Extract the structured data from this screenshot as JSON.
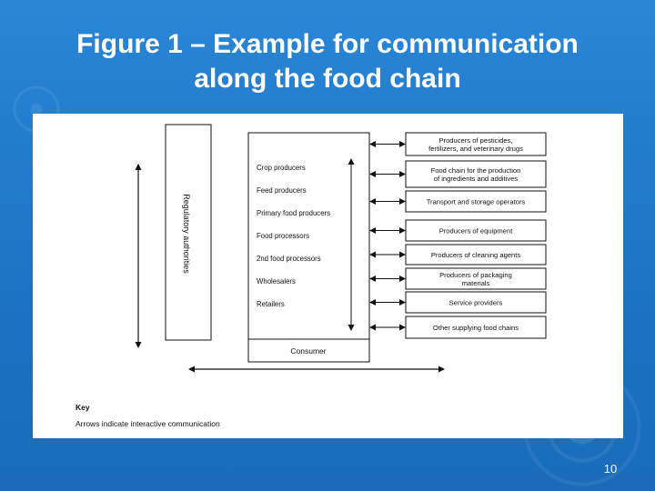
{
  "slide": {
    "title_line1": "Figure 1 – Example for communication",
    "title_line2": "along the food chain",
    "page_number": "10"
  },
  "diagram": {
    "regulatory_label": "Regulatory authorities",
    "chain_items": [
      "Crop producers",
      "Feed producers",
      "Primary food producers",
      "Food processors",
      "2nd food processors",
      "Wholesalers",
      "Retailers"
    ],
    "consumer_label": "Consumer",
    "supplier_boxes": [
      [
        "Producers of pesticides,",
        "fertilizers, and veterinary drugs"
      ],
      [
        "Food chain for the production",
        "of ingredients and additives"
      ],
      [
        "Transport and storage operators"
      ],
      [
        "Producers of equipment"
      ],
      [
        "Producers of cleaning agents"
      ],
      [
        "Producers of packaging",
        "materials"
      ],
      [
        "Service providers"
      ],
      [
        "Other supplying food chains"
      ]
    ],
    "key_title": "Key",
    "key_text": "Arrows indicate interactive communication"
  }
}
